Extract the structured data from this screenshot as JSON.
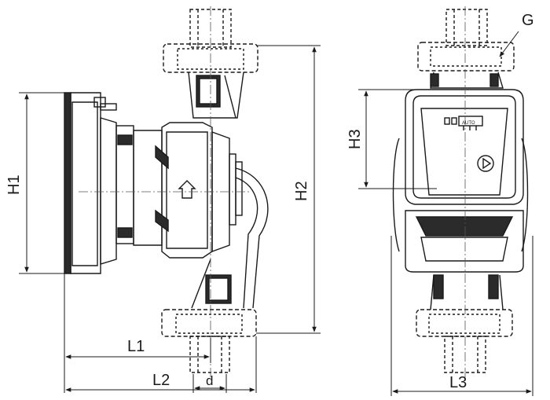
{
  "labels": {
    "h1": "H1",
    "h2": "H2",
    "h3": "H3",
    "l1": "L1",
    "l2": "L2",
    "l3": "L3",
    "d": "d",
    "g": "G",
    "auto": "AUTO"
  },
  "colors": {
    "line": "#1a1a1a",
    "hidden": "#555555",
    "fill_dark": "#2b2b2b",
    "fill_light": "#f4f4f4"
  }
}
